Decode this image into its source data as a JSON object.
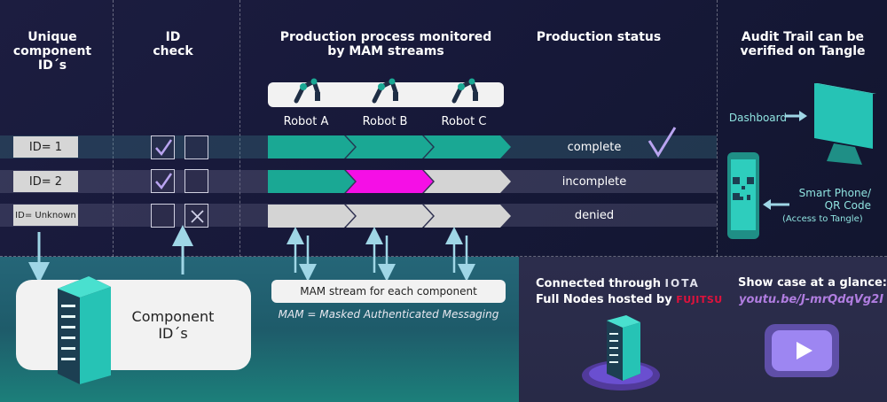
{
  "headings": {
    "unique_ids": "Unique\ncomponent\nID´s",
    "id_check": "ID\ncheck",
    "production": "Production process monitored\nby MAM streams",
    "status": "Production status",
    "audit": "Audit Trail can be\nverified on Tangle"
  },
  "rows": [
    {
      "id_label": "ID= 1",
      "status": "complete",
      "check1": "checked",
      "check2": "empty",
      "stages": [
        "done",
        "done",
        "done"
      ]
    },
    {
      "id_label": "ID= 2",
      "status": "incomplete",
      "check1": "checked",
      "check2": "empty",
      "stages": [
        "done",
        "error",
        "pending"
      ]
    },
    {
      "id_label": "ID= Unknown",
      "status": "denied",
      "check1": "empty",
      "check2": "cross",
      "stages": [
        "pending",
        "pending",
        "pending"
      ]
    }
  ],
  "robots": [
    "Robot A",
    "Robot B",
    "Robot C"
  ],
  "mam": {
    "stream_label": "MAM stream for each component",
    "note": "MAM = Masked Authenticated Messaging"
  },
  "component_db": {
    "label": "Component\nID´s"
  },
  "audit": {
    "dashboard": "Dashboard",
    "phone_line1": "Smart Phone/",
    "phone_line2": "QR Code",
    "phone_small": "(Access to Tangle)"
  },
  "nodes": {
    "line1": "Connected through",
    "iota": "IOTA",
    "line2": "Full Nodes hosted by",
    "fujitsu": "FUJITSU"
  },
  "showcase": {
    "title": "Show case at a glance:",
    "link": "youtu.be/J-mrQdqVg2I"
  },
  "colors": {
    "done": "#1aa894",
    "error": "#f50fe6",
    "pending": "#d4d4d4",
    "accent": "#8fe3e0",
    "check": "#b9a4f0"
  }
}
